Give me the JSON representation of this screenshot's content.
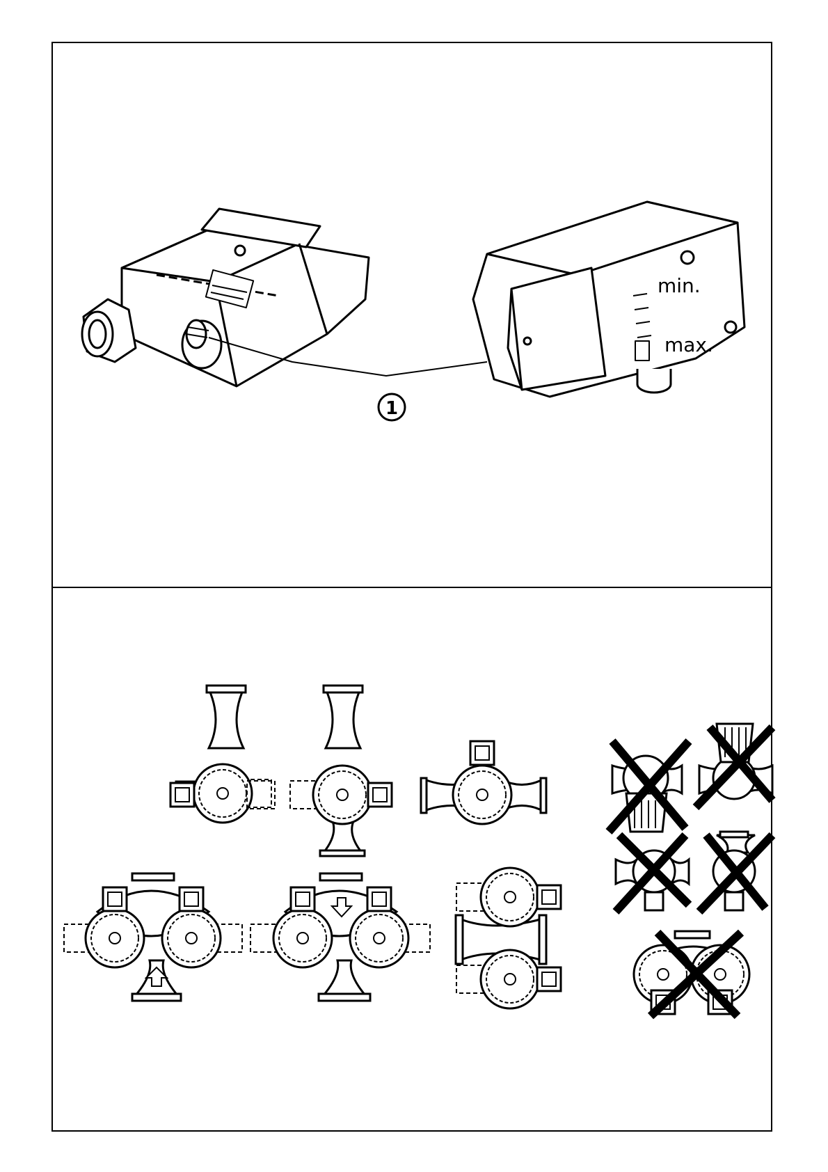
{
  "figure1": {
    "callout": "1",
    "dial_min": "min.",
    "dial_max": "max."
  },
  "figure2": {
    "allowed_positions": 6,
    "forbidden_positions": 5
  }
}
